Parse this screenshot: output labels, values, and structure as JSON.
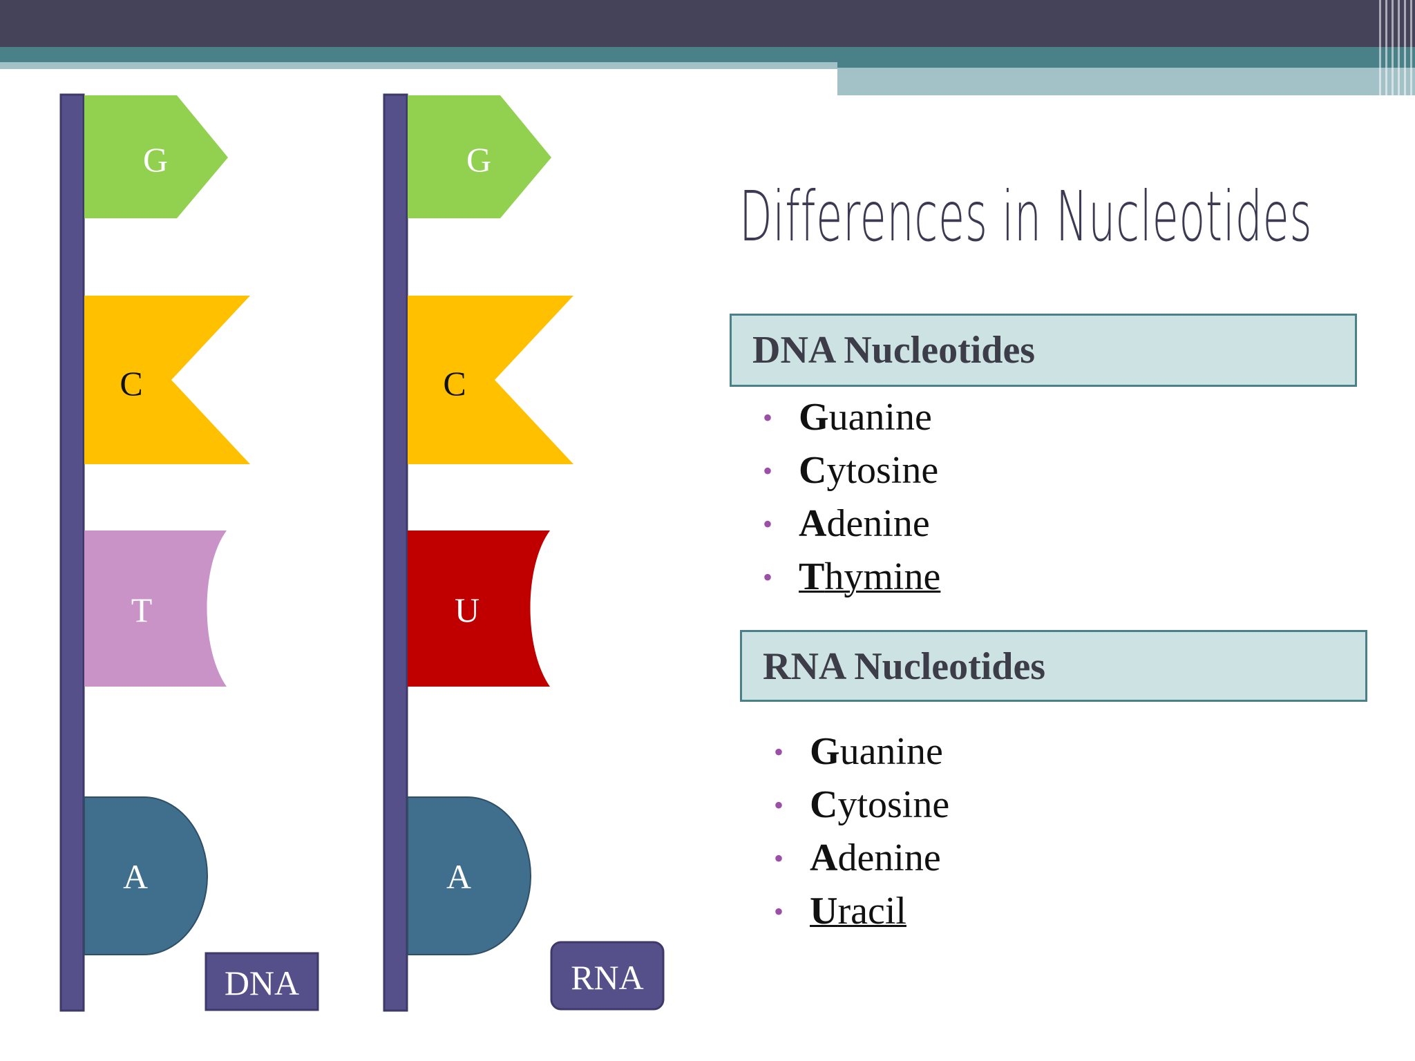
{
  "slide": {
    "title": "Differences in Nucleotides"
  },
  "diagram": {
    "dna_strand": {
      "caption": "DNA",
      "bases": [
        {
          "letter": "G",
          "color": "#92d050"
        },
        {
          "letter": "C",
          "color": "#ffc000"
        },
        {
          "letter": "T",
          "color": "#c993c8"
        },
        {
          "letter": "A",
          "color": "#3f6f8d"
        }
      ]
    },
    "rna_strand": {
      "caption": "RNA",
      "bases": [
        {
          "letter": "G",
          "color": "#92d050"
        },
        {
          "letter": "C",
          "color": "#ffc000"
        },
        {
          "letter": "U",
          "color": "#c00000"
        },
        {
          "letter": "A",
          "color": "#3f6f8d"
        }
      ]
    },
    "backbone_color": "#55508a"
  },
  "panels": {
    "dna": {
      "heading": "DNA Nucleotides",
      "items": [
        {
          "first": "G",
          "rest": "uanine",
          "underline": false
        },
        {
          "first": "C",
          "rest": "ytosine",
          "underline": false
        },
        {
          "first": "A",
          "rest": "denine",
          "underline": false
        },
        {
          "first": "T",
          "rest": "hymine",
          "underline": true
        }
      ]
    },
    "rna": {
      "heading": "RNA Nucleotides",
      "items": [
        {
          "first": "G",
          "rest": "uanine",
          "underline": false
        },
        {
          "first": "C",
          "rest": "ytosine",
          "underline": false
        },
        {
          "first": "A",
          "rest": "denine",
          "underline": false
        },
        {
          "first": "U",
          "rest": "racil",
          "underline": true
        }
      ]
    },
    "bullet": "•"
  },
  "theme": {
    "top_bar": "#45435a",
    "teal": "#4a8189",
    "light_teal": "#a3c2c8"
  }
}
